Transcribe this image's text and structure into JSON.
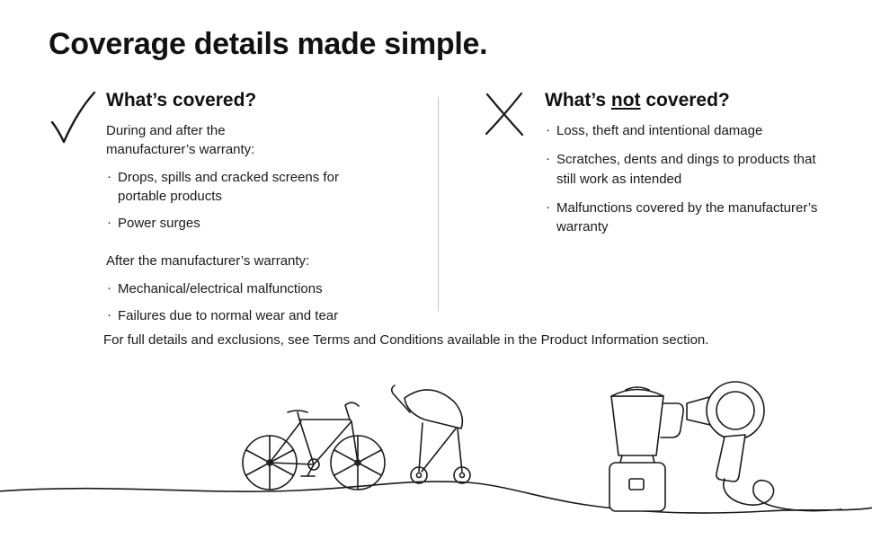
{
  "page": {
    "title": "Coverage details made simple.",
    "footnote": "For full details and exclusions, see Terms and Conditions available in the Product Information section."
  },
  "covered": {
    "icon": "check-icon",
    "heading": "What’s covered?",
    "sections": [
      {
        "subheading": "During and after the manufacturer’s warranty:",
        "items": [
          "Drops, spills and cracked screens for portable products",
          "Power surges"
        ]
      },
      {
        "subheading": "After the manufacturer’s warranty:",
        "items": [
          "Mechanical/electrical malfunctions",
          "Failures due to normal wear and tear"
        ]
      }
    ]
  },
  "not_covered": {
    "icon": "x-icon",
    "heading_prefix": "What’s ",
    "heading_underlined": "not",
    "heading_suffix": " covered?",
    "items": [
      "Loss, theft and intentional damage",
      "Scratches, dents and dings to products that still work as intended",
      "Malfunctions covered by the manufacturer’s warranty"
    ]
  },
  "illustrations": [
    "bicycle",
    "stroller",
    "blender",
    "hair-dryer"
  ],
  "colors": {
    "ink": "#1a1a1a",
    "divider": "#c9c9c9"
  }
}
